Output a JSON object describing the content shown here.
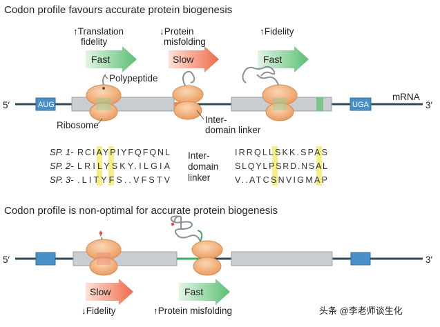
{
  "top": {
    "title": "Codon profile favours accurate protein biogenesis",
    "annotations": {
      "translation_fidelity": [
        "↑Translation",
        "fidelity"
      ],
      "protein_misfolding": [
        "↓Protein",
        "misfolding"
      ],
      "fidelity": "↑Fidelity"
    },
    "speed_arrows": [
      "Fast",
      "Slow",
      "Fast"
    ],
    "labels": {
      "polypeptide": "Polypeptide",
      "ribosome": "Ribosome",
      "linker": [
        "Inter-",
        "domain linker"
      ],
      "mrna": "mRNA",
      "five_prime": "5′",
      "three_prime": "3′",
      "start_codon": "AUG",
      "stop_codon": "UGA"
    }
  },
  "alignment": {
    "names": [
      "SP. 1-",
      "SP. 2-",
      "SP. 3-"
    ],
    "left_seqs": [
      "RCIAYPIYFQFQNL",
      "LRILYSKY.ILGIA",
      ".LITYFS..VFSTV"
    ],
    "right_seqs": [
      "IRRQLLSKK.SPAS",
      "SLQYLPSRD.NSAL",
      "V..ATCSNVIGMAP"
    ],
    "middle_label": [
      "Inter-",
      "domain",
      "linker"
    ]
  },
  "bottom": {
    "title": "Codon profile is non-optimal for accurate protein biogenesis",
    "speed_arrows": [
      "Slow",
      "Fast"
    ],
    "annotations": {
      "fidelity": "↓Fidelity",
      "misfolding": "↑Protein misfolding"
    },
    "five_prime": "5′",
    "three_prime": "3′"
  },
  "watermark": "头条 @李老师谈生化",
  "colors": {
    "fast_arrow": "#5cbf72",
    "slow_arrow": "#ef6a4c",
    "ribosome": "#f2b27d",
    "mrna_line": "#2f4858",
    "gene_box": "#c9ccd0",
    "codon_box": "#4a90c8",
    "highlight": "#f4ef86"
  }
}
